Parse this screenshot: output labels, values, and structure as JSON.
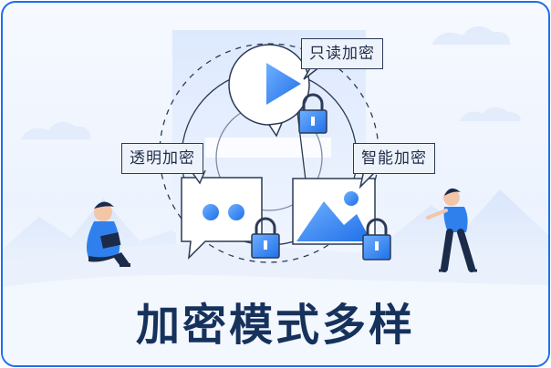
{
  "labels": {
    "readonly": "只读加密",
    "transparent": "透明加密",
    "smart": "智能加密"
  },
  "title": "加密模式多样",
  "colors": {
    "frame": "#1f6fe8",
    "primary_blue": "#2f80ed",
    "light_blue": "#d9e6fb",
    "dark_navy": "#16325c",
    "label_fill": "#eef3fb"
  },
  "icons": [
    "play-icon",
    "lock-icon",
    "chat-bubble-icon",
    "image-icon"
  ]
}
